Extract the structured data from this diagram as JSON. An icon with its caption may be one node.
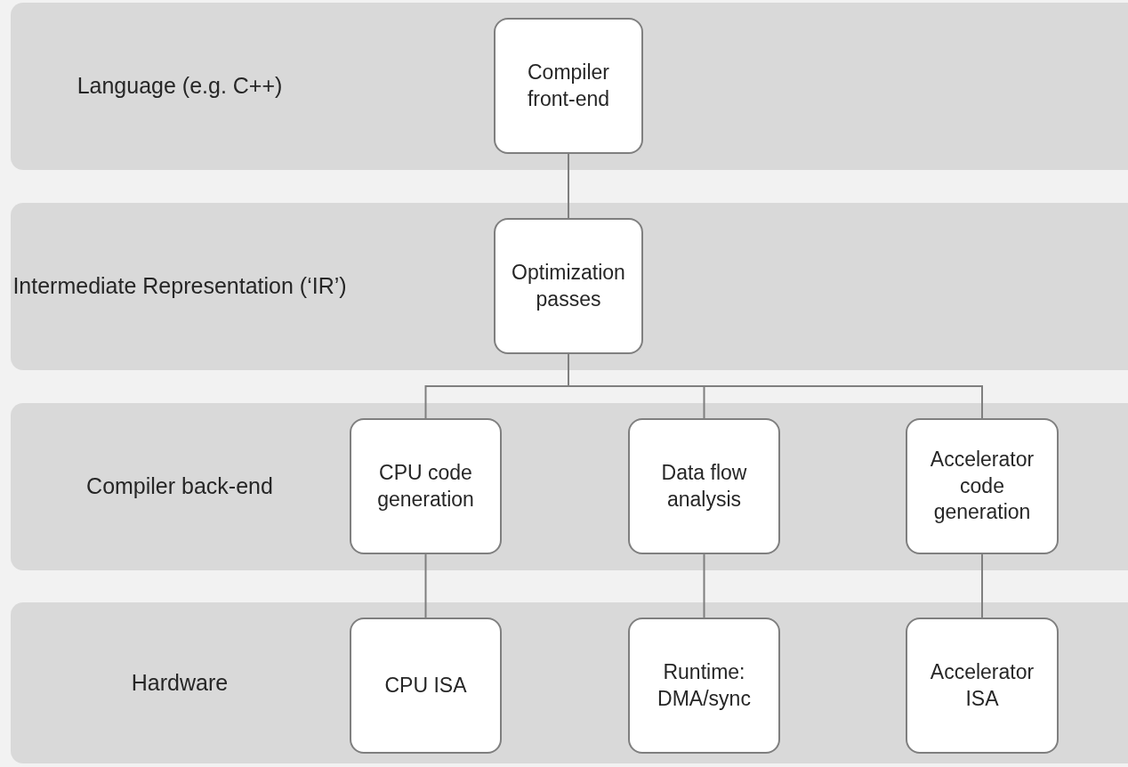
{
  "diagram": {
    "nodes": [
      {
        "text": [
          "Language (e.g. C++)"
        ]
      },
      {
        "text": [
          "Compiler front-end"
        ],
        "in": 0
      },
      {
        "text": [
          "Intermediate Representation (‘IR’)"
        ]
      },
      {
        "text": [
          "Optimization passes"
        ],
        "in": 2
      },
      {
        "text": [
          "Compiler back-end"
        ]
      },
      {
        "text": [
          "CPU code generation"
        ],
        "in": 4
      },
      {
        "text": [
          "Data flow analysis"
        ],
        "in": 4
      },
      {
        "text": [
          "Accelerator code generation"
        ],
        "in": 4
      },
      {
        "text": [
          "Hardware"
        ]
      },
      {
        "text": [
          "CPU ISA"
        ],
        "in": 8
      },
      {
        "text": [
          "Runtime: DMA/sync"
        ],
        "in": 8
      },
      {
        "text": [
          "Accelerator ISA"
        ],
        "in": 8
      }
    ],
    "edges": [
      {
        "from": 1,
        "to": 3,
        "arrow": "none"
      },
      {
        "from": 3,
        "to": 5,
        "arrow": "none"
      },
      {
        "from": 3,
        "to": 6,
        "arrow": "none"
      },
      {
        "from": 3,
        "to": 7,
        "arrow": "none"
      },
      {
        "from": 5,
        "to": 9,
        "arrow": "none"
      },
      {
        "from": 6,
        "to": 10,
        "arrow": "none"
      },
      {
        "from": 7,
        "to": 11,
        "arrow": "none"
      }
    ]
  }
}
